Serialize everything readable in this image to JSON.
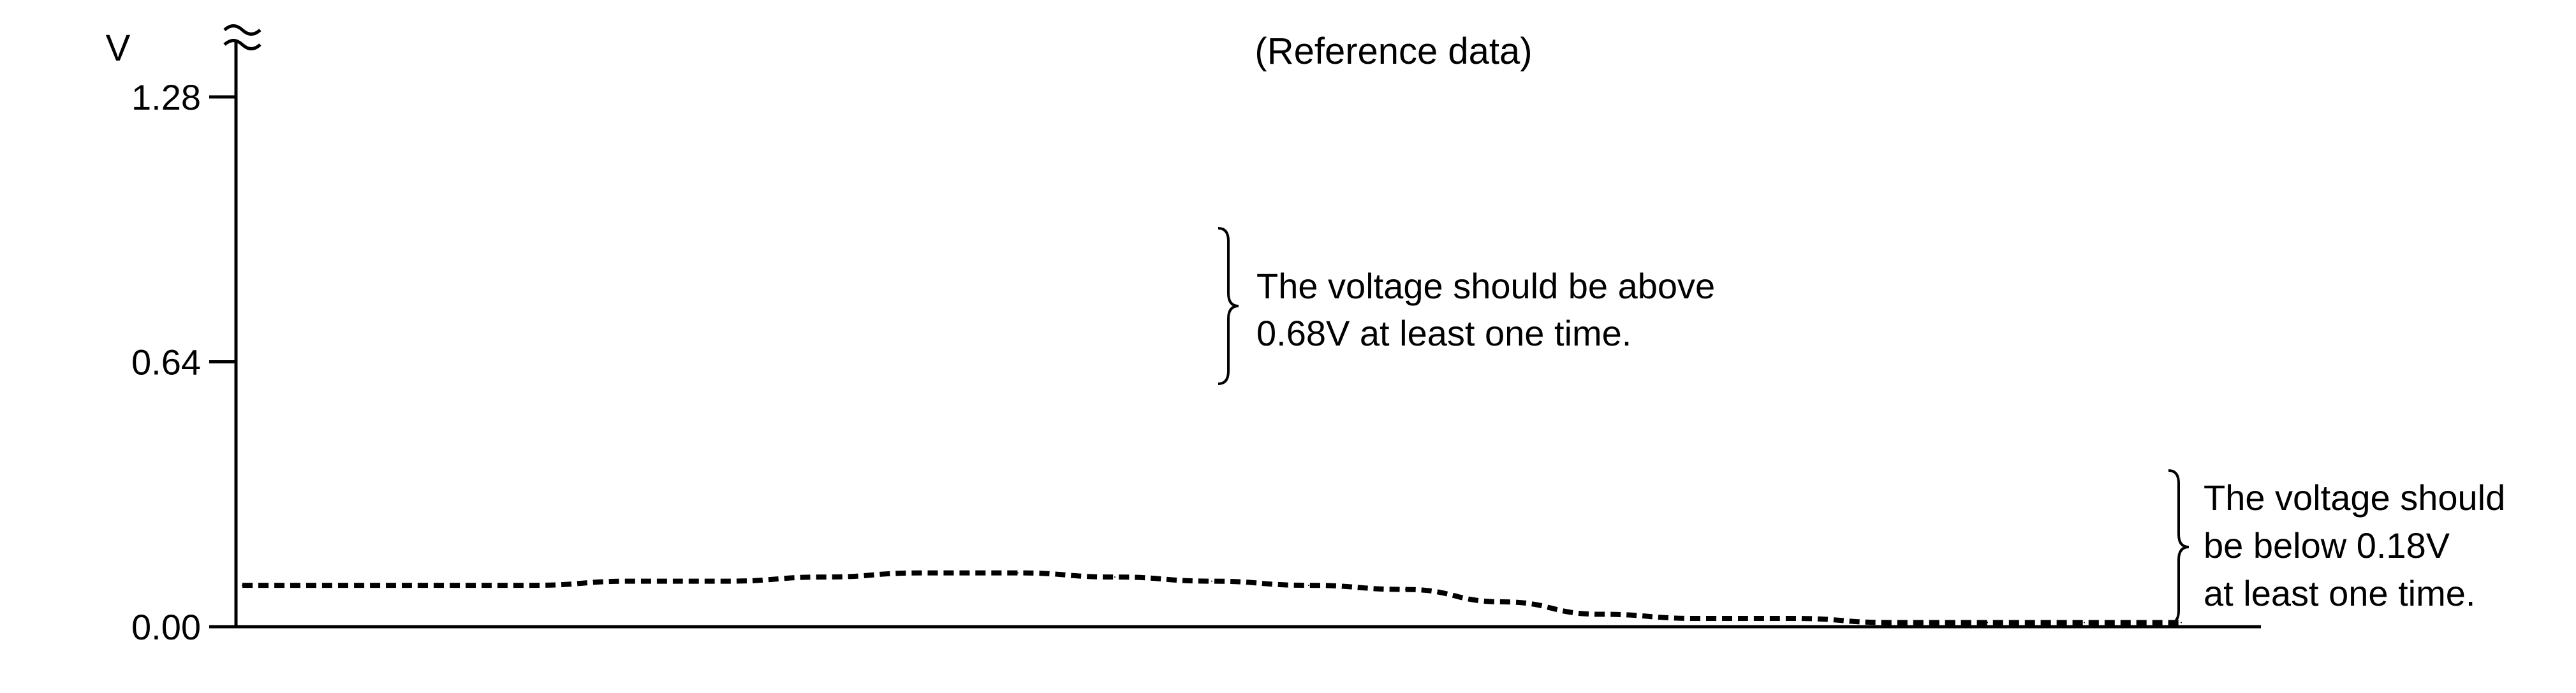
{
  "chart_data": {
    "type": "line",
    "title": "(Reference data)",
    "ylabel": "V",
    "xlabel": "",
    "ylim": [
      0,
      1.28
    ],
    "yticks": [
      {
        "value": 0.0,
        "label": "0.00"
      },
      {
        "value": 0.64,
        "label": "0.64"
      },
      {
        "value": 1.28,
        "label": "1.28"
      }
    ],
    "axis_break": true,
    "grid": false,
    "legend": "none",
    "line_style": "dashed",
    "color": "#000000",
    "x": [
      0,
      0.5,
      1,
      1.5,
      2,
      2.5,
      3,
      3.5,
      4,
      4.5,
      5,
      5.5,
      6,
      6.5,
      7,
      7.5,
      8,
      8.5,
      9,
      9.5,
      10
    ],
    "series": [
      {
        "values": [
          0.1,
          0.1,
          0.1,
          0.1,
          0.11,
          0.11,
          0.12,
          0.13,
          0.13,
          0.12,
          0.11,
          0.1,
          0.09,
          0.06,
          0.03,
          0.02,
          0.02,
          0.01,
          0.01,
          0.01,
          0.01
        ]
      }
    ]
  },
  "annotations": [
    {
      "lines": [
        "The voltage should be above",
        "0.68V at least one time."
      ]
    },
    {
      "lines": [
        "The voltage should",
        "be below 0.18V",
        "at least one time."
      ]
    }
  ]
}
